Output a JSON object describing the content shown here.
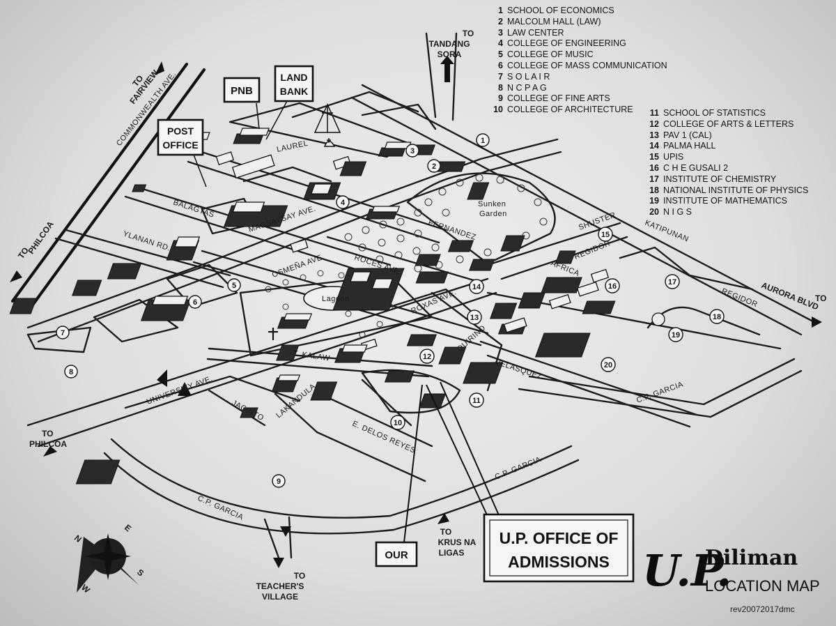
{
  "legend_top": [
    {
      "num": "1",
      "name": "SCHOOL OF ECONOMICS"
    },
    {
      "num": "2",
      "name": "MALCOLM HALL (LAW)"
    },
    {
      "num": "3",
      "name": "LAW CENTER"
    },
    {
      "num": "4",
      "name": "COLLEGE OF ENGINEERING"
    },
    {
      "num": "5",
      "name": "COLLEGE OF MUSIC"
    },
    {
      "num": "6",
      "name": "COLLEGE OF MASS COMMUNICATION"
    },
    {
      "num": "7",
      "name": "S O L A I R"
    },
    {
      "num": "8",
      "name": "N C P A G"
    },
    {
      "num": "9",
      "name": "COLLEGE OF FINE ARTS"
    },
    {
      "num": "10",
      "name": "COLLEGE OF ARCHITECTURE"
    }
  ],
  "legend_bottom": [
    {
      "num": "11",
      "name": "SCHOOL OF STATISTICS"
    },
    {
      "num": "12",
      "name": "COLLEGE OF ARTS & LETTERS"
    },
    {
      "num": "13",
      "name": "PAV 1 (CAL)"
    },
    {
      "num": "14",
      "name": "PALMA HALL"
    },
    {
      "num": "15",
      "name": "UPIS"
    },
    {
      "num": "16",
      "name": "C H E GUSALI 2"
    },
    {
      "num": "17",
      "name": "INSTITUTE OF CHEMISTRY"
    },
    {
      "num": "18",
      "name": "NATIONAL INSTITUTE OF PHYSICS"
    },
    {
      "num": "19",
      "name": "INSTITUTE OF MATHEMATICS"
    },
    {
      "num": "20",
      "name": "N I G S"
    }
  ],
  "title": {
    "up": "U.P.",
    "diliman": "Diliman",
    "location_map": "LOCATION MAP",
    "revision": "rev20072017dmc"
  },
  "boxes": {
    "pnb": "PNB",
    "land_bank_1": "LAND",
    "land_bank_2": "BANK",
    "post_office_1": "POST",
    "post_office_2": "OFFICE",
    "our": "OUR",
    "admissions_1": "U.P. OFFICE OF",
    "admissions_2": "ADMISSIONS"
  },
  "directions": {
    "to_tandang_sora": [
      "TO",
      "TANDANG",
      "SORA"
    ],
    "to_fairview": [
      "TO",
      "FAIRVIEW"
    ],
    "to_philcoa_top": [
      "TO",
      "PHILCOA"
    ],
    "to_philcoa_bottom": [
      "TO",
      "PHILCOA"
    ],
    "to_aurora": [
      "AURORA BLVD",
      "TO"
    ],
    "to_teachers_village": [
      "TO",
      "TEACHER'S",
      "VILLAGE"
    ],
    "to_krus_na_ligas": [
      "TO",
      "KRUS NA",
      "LIGAS"
    ]
  },
  "streets": {
    "commonwealth": "COMMONWEALTH AVE.",
    "laurel": "LAUREL",
    "balagtas": "BALAGTAS",
    "magsaysay": "MAGSAYSAY AVE.",
    "ylanan": "YLANAN RD.",
    "osmena": "OSMEÑA AVE.",
    "roces": "ROCES AVE.",
    "roxas": "ROXAS AVE.",
    "fernandez": "FERNANDEZ",
    "shuster": "SHUSTER",
    "katipunan": "KATIPUNAN",
    "regidor_1": "REGIDOR",
    "regidor_2": "REGIDOR",
    "africa": "AFRICA",
    "quirino": "QUIRINO",
    "velasquez": "VELASQUEZ",
    "cp_garcia_right": "C.P. GARCIA",
    "cp_garcia_mid": "C.P. GARCIA",
    "cp_garcia_left": "C.P. GARCIA",
    "t_kalaw": "T. KALAW",
    "university": "UNIVERSITY AVE.",
    "jacinto": "JACINTO",
    "lakandula": "LAKANDULA",
    "delos_reyes": "E. DELOS REYES"
  },
  "places": {
    "sunken_1": "Sunken",
    "sunken_2": "Garden",
    "lagoon": "Lagoon"
  },
  "markers": {
    "m1": "1",
    "m2": "2",
    "m3": "3",
    "m4": "4",
    "m5": "5",
    "m6": "6",
    "m7": "7",
    "m8": "8",
    "m9": "9",
    "m10": "10",
    "m11": "11",
    "m12": "12",
    "m13": "13",
    "m14": "14",
    "m15": "15",
    "m16": "16",
    "m17": "17",
    "m18": "18",
    "m19": "19",
    "m20": "20"
  },
  "compass": {
    "n": "N",
    "e": "E",
    "s": "S",
    "w": "W"
  },
  "colors": {
    "ink": "#141414",
    "paper": "#e6e6e6"
  }
}
